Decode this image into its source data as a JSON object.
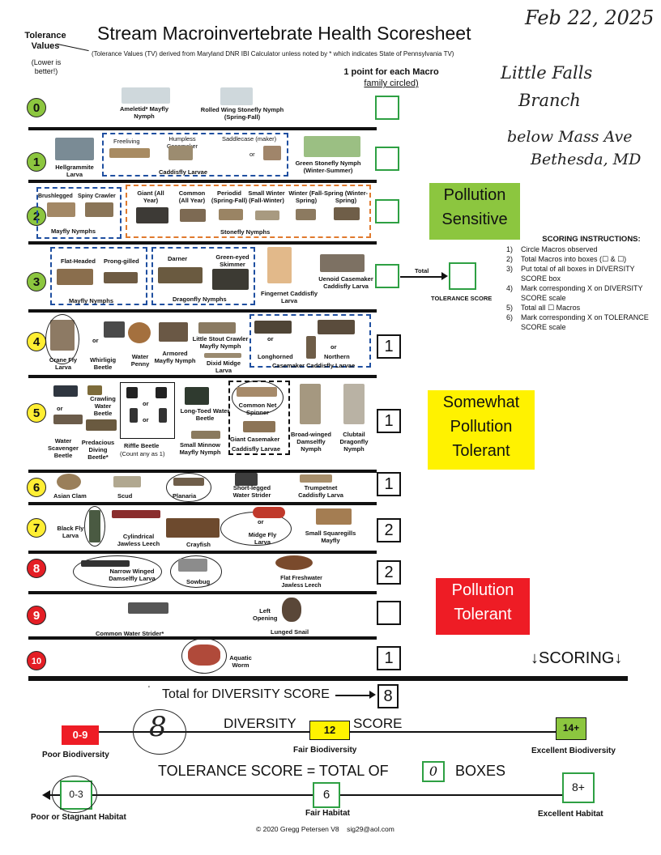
{
  "header": {
    "title": "Stream Macroinvertebrate Health Scoresheet",
    "subtitle": "(Tolerance Values (TV) derived from Maryland DNR IBI Calculator unless noted by * which indicates State of Pennsylvania TV)",
    "tolerance_heading": "Tolerance Values",
    "tolerance_note": "(Lower is better!)",
    "point_note": "1 point for each Macro",
    "point_note_2": "family circled)"
  },
  "handwritten": {
    "date": "Feb 22, 2025",
    "loc1": "Little Falls",
    "loc2": "Branch",
    "loc3": "below Mass Ave",
    "loc4": "Bethesda, MD"
  },
  "rows": [
    {
      "tv": "0",
      "labels": [
        "Ameletid* Mayfly Nymph",
        "Rolled Wing Stonefly Nymph (Spring-Fall)"
      ],
      "count": ""
    },
    {
      "tv": "1",
      "labels": [
        "Hellgrammite Larva",
        "Freeliving",
        "Humpless Casemaker",
        "Saddlecase (maker)",
        "or",
        "Caddisfly Larvae",
        "Green Stonefly Nymph (Winter-Summer)"
      ],
      "count": ""
    },
    {
      "tv": "2",
      "labels": [
        "Brushlegged",
        "Spiny Crawler",
        "Mayfly Nymphs",
        "Giant (All Year)",
        "Common (All Year)",
        "Periodid (Spring-Fall)",
        "Small Winter (Fall-Winter)",
        "Winter (Fall-Spring)",
        "Spring (Winter-Spring)",
        "Stonefly Nymphs"
      ],
      "count": ""
    },
    {
      "tv": "3",
      "labels": [
        "Flat-Headed",
        "Prong-gilled",
        "Mayfly Nymphs",
        "Darner",
        "Green-eyed Skimmer",
        "Dragonfly Nymphs",
        "Fingernet Caddisfly Larva",
        "Uenoid Casemaker Caddisfly Larva"
      ],
      "count": ""
    },
    {
      "tv": "4",
      "labels": [
        "Crane Fly Larva",
        "or",
        "Whirligig Beetle",
        "Water Penny",
        "Armored Mayfly Nymph",
        "Little Stout Crawler Mayfly Nymph",
        "Dixid Midge Larva",
        "or",
        "Longhorned",
        "or",
        "Northern",
        "Casemaker Caddisfly Larvae"
      ],
      "count": "1"
    },
    {
      "tv": "5",
      "labels": [
        "or",
        "Water Scavenger Beetle",
        "Crawling Water Beetle",
        "Predacious Diving Beetle*",
        "or",
        "or",
        "Riffle Beetle",
        "(Count any as 1)",
        "Long-Toed Water Beetle",
        "Small Minnow Mayfly Nymph",
        "Common Net Spinner",
        "Giant Casemaker",
        "Caddisfly Larvae",
        "Broad-winged Damselfly Nymph",
        "Clubtail Dragonfly Nymph"
      ],
      "count": "1"
    },
    {
      "tv": "6",
      "labels": [
        "Asian Clam",
        "Scud",
        "Planaria",
        "Short-legged Water Strider",
        "Trumpetnet Caddisfly Larva"
      ],
      "count": "1"
    },
    {
      "tv": "7",
      "labels": [
        "Black Fly Larva",
        "Cylindrical Jawless Leech",
        "Crayfish",
        "or",
        "Midge Fly Larva",
        "Small Squaregills Mayfly"
      ],
      "count": "2"
    },
    {
      "tv": "8",
      "labels": [
        "Narrow Winged Damselfly Larva",
        "Sowbug",
        "Flat Freshwater Jawless Leech"
      ],
      "count": "2"
    },
    {
      "tv": "9",
      "labels": [
        "Common Water Strider*",
        "Left Opening",
        "Lunged Snail"
      ],
      "count": ""
    },
    {
      "tv": "10",
      "labels": [
        "Aquatic Worm"
      ],
      "count": "1"
    }
  ],
  "right_labels": {
    "sensitive_1": "Pollution",
    "sensitive_2": "Sensitive",
    "somewhat_1": "Somewhat",
    "somewhat_2": "Pollution",
    "somewhat_3": "Tolerant",
    "tolerant_1": "Pollution",
    "tolerant_2": "Tolerant",
    "total": "Total",
    "tolerance_score": "TOLERANCE SCORE",
    "tolerance_value": ""
  },
  "instructions": {
    "title": "SCORING INSTRUCTIONS:",
    "items": [
      {
        "n": "1)",
        "t": "Circle Macros observed"
      },
      {
        "n": "2)",
        "t": "Total Macros into boxes (☐ & ☐)"
      },
      {
        "n": "3)",
        "t": "Put total of all boxes in DIVERSITY SCORE box"
      },
      {
        "n": "4)",
        "t": "Mark corresponding X on DIVERSITY SCORE scale"
      },
      {
        "n": "5)",
        "t": "Total all ☐ Macros"
      },
      {
        "n": "6)",
        "t": "Mark corresponding X on TOLERANCE SCORE scale"
      }
    ]
  },
  "scoring": {
    "label": "SCORING",
    "total_diversity": "Total for DIVERSITY SCORE",
    "total_diversity_value": "8",
    "diversity_title_1": "DIVERSITY",
    "diversity_title_2": "SCORE",
    "diversity_mark": "8",
    "div_low": "0-9",
    "div_low_label": "Poor Biodiversity",
    "div_mid": "12",
    "div_mid_label": "Fair Biodiversity",
    "div_high": "14+",
    "div_high_label": "Excellent Biodiversity",
    "tolerance_title_1": "TOLERANCE SCORE = TOTAL OF",
    "tolerance_title_value": "0",
    "tolerance_title_2": "BOXES",
    "tol_low": "0-3",
    "tol_low_label": "Poor or Stagnant Habitat",
    "tol_mid": "6",
    "tol_mid_label": "Fair Habitat",
    "tol_high": "8+",
    "tol_high_label": "Excellent Habitat"
  },
  "footer": "© 2020 Gregg Petersen V8    sig29@aol.com",
  "colors": {
    "green": "#8cc63f",
    "yellow": "#fff200",
    "red": "#ee1c25",
    "box_green": "#2ea043",
    "dash_blue": "#1f4fa0",
    "dash_orange": "#e07a2e"
  }
}
